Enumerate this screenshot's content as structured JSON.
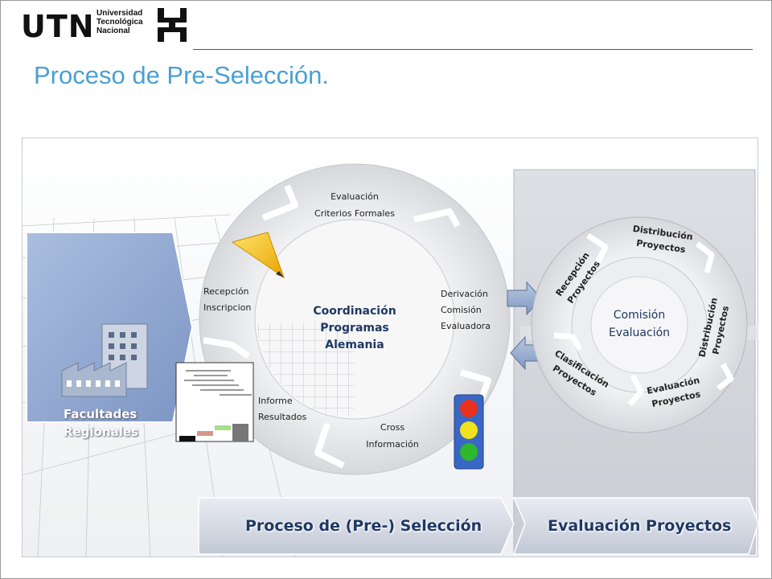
{
  "header": {
    "logo": {
      "wordmark": "UTN",
      "line1": "Universidad",
      "line2": "Tecnológica",
      "line3": "Nacional"
    },
    "title": "Proceso de Pre-Selección."
  },
  "diagram": {
    "facultades": {
      "line1": "Facultades",
      "line2": "Regionales"
    },
    "left_cycle": {
      "center": {
        "line1": "Coordinación",
        "line2": "Programas",
        "line3": "Alemania"
      },
      "steps": {
        "evaluacion": {
          "line1": "Evaluación",
          "line2": "Criterios Formales"
        },
        "derivacion": {
          "line1": "Derivación",
          "line2": "Comisión",
          "line3": "Evaluadora"
        },
        "cross": {
          "line1": "Cross",
          "line2": "Información"
        },
        "informe": {
          "line1": "Informe",
          "line2": "Resultados"
        },
        "recepcion": {
          "line1": "Recepción",
          "line2": "Inscripcion"
        }
      }
    },
    "right_cycle": {
      "center": {
        "line1": "Comisión",
        "line2": "Evaluación"
      },
      "steps": {
        "distribucion_top": {
          "line1": "Distribución",
          "line2": "Proyectos"
        },
        "distribucion_right": {
          "line1": "Distribución",
          "line2": "Proyectos"
        },
        "evaluacion": {
          "line1": "Evaluación",
          "line2": "Proyectos"
        },
        "clasificacion": {
          "line1": "Clasificación",
          "line2": "Proyectos"
        },
        "recepcion": {
          "line1": "Recepción",
          "line2": "Proyectos"
        }
      }
    },
    "bottom_bars": {
      "left": "Proceso de (Pre-) Selección",
      "right": "Evaluación Proyectos"
    },
    "traffic_light": {
      "colors": [
        "#e8321e",
        "#f2e21c",
        "#2db82d"
      ]
    }
  },
  "colors": {
    "title": "#4aa0d2",
    "bar_text": "#1f3864",
    "panel": "#d3d6db",
    "ring": "#e4e5e8"
  }
}
